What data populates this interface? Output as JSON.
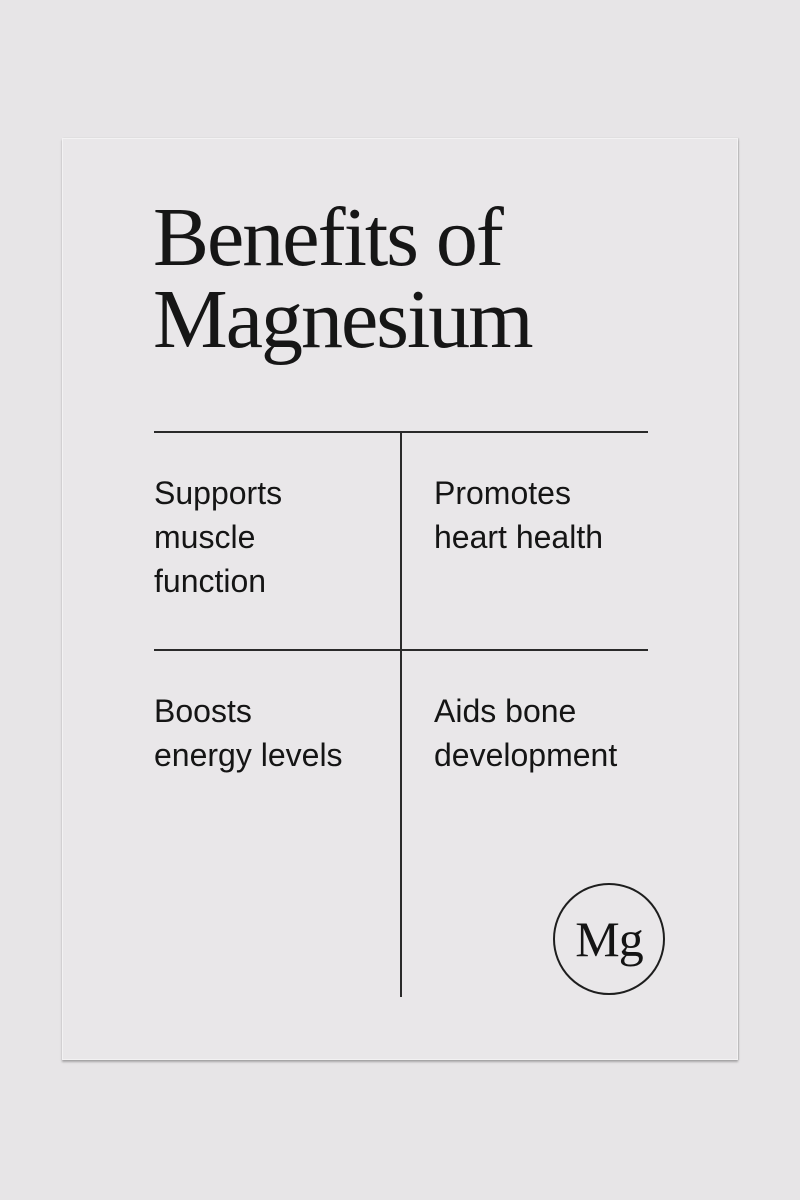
{
  "poster": {
    "title": {
      "line1": "Benefits of",
      "line2": "Magnesium"
    },
    "benefits": [
      {
        "text": "Supports\nmuscle\nfunction"
      },
      {
        "text": "Promotes\nheart health"
      },
      {
        "text": "Boosts\nenergy levels"
      },
      {
        "text": "Aids bone\ndevelopment"
      }
    ],
    "badge": {
      "symbol": "Mg"
    },
    "colors": {
      "background": "#e7e5e7",
      "paper": "#e9e7e9",
      "ink": "#161616"
    }
  }
}
